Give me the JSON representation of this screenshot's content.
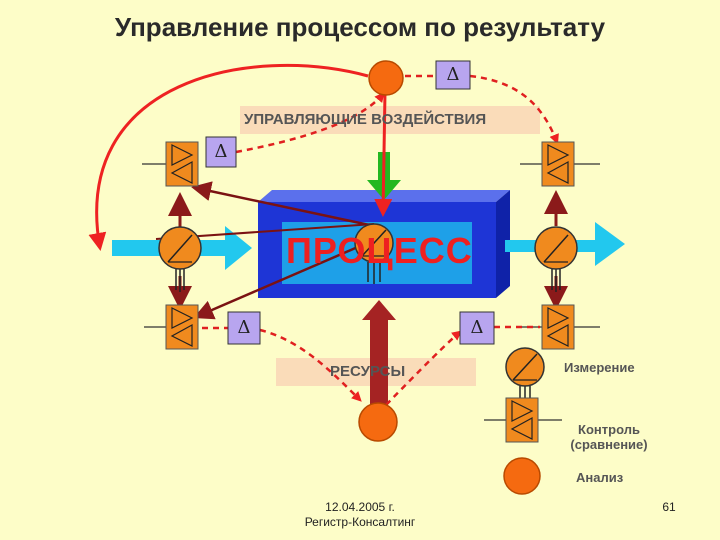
{
  "title": "Управление процессом по результату",
  "labels": {
    "control_actions": "УПРАВЛЯЮЩИЕ ВОЗДЕЙСТВИЯ",
    "process": "ПРОЦЕСС",
    "resources": "РЕСУРСЫ"
  },
  "delta_symbol": "Δ",
  "legend": {
    "measurement": "Измерение",
    "control_line1": "Контроль",
    "control_line2": "(сравнение)",
    "analysis": "Анализ"
  },
  "footer": {
    "date": "12.04.2005 г.",
    "company": "Регистр-Консалтинг",
    "page_number": "61"
  },
  "colors": {
    "background": "#fdfdc8",
    "process_block": "#1e35d6",
    "process_inner": "#1ea0e8",
    "band": "#fadcb9",
    "controller": "#f08a1e",
    "delta_box": "#b8a5ef",
    "arrow_dark_red": "#8b1a1a",
    "arrow_red": "#ee2222",
    "cyan_arrow": "#22c8ee",
    "green_arrow": "#22b820"
  },
  "icons": [
    "measuring-gauge-icon",
    "comparator-icon",
    "analysis-circle-icon",
    "delta-box-icon"
  ]
}
